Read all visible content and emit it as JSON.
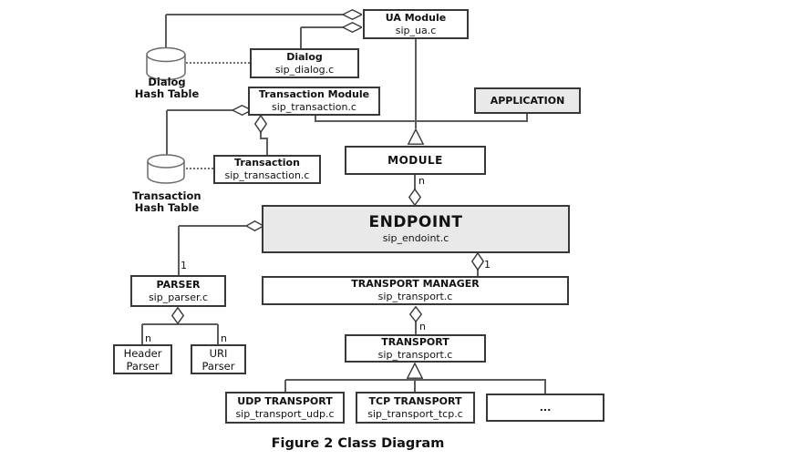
{
  "diagram": {
    "caption": "Figure 2 Class Diagram",
    "colors": {
      "node_fill": "#ffffff",
      "highlight_fill": "#e9e9e9",
      "border": "#383838",
      "line": "#5c5c5c"
    },
    "nodes": {
      "ua_module": {
        "title": "UA Module",
        "subtitle": "sip_ua.c"
      },
      "dialog": {
        "title": "Dialog",
        "subtitle": "sip_dialog.c"
      },
      "transaction_module": {
        "title": "Transaction Module",
        "subtitle": "sip_transaction.c"
      },
      "application": {
        "title": "APPLICATION"
      },
      "module": {
        "title": "MODULE"
      },
      "transaction": {
        "title": "Transaction",
        "subtitle": "sip_transaction.c"
      },
      "endpoint": {
        "title": "ENDPOINT",
        "subtitle": "sip_endoint.c"
      },
      "parser": {
        "title": "PARSER",
        "subtitle": "sip_parser.c"
      },
      "transport_manager": {
        "title": "TRANSPORT MANAGER",
        "subtitle": "sip_transport.c"
      },
      "transport": {
        "title": "TRANSPORT",
        "subtitle": "sip_transport.c"
      },
      "header_parser": {
        "line1": "Header",
        "line2": "Parser"
      },
      "uri_parser": {
        "line1": "URI",
        "line2": "Parser"
      },
      "udp_transport": {
        "title": "UDP TRANSPORT",
        "subtitle": "sip_transport_udp.c"
      },
      "tcp_transport": {
        "title": "TCP TRANSPORT",
        "subtitle": "sip_transport_tcp.c"
      },
      "other_transport": {
        "title": "..."
      }
    },
    "stores": {
      "dialog_hash": {
        "line1": "Dialog",
        "line2": "Hash Table"
      },
      "transaction_hash": {
        "line1": "Transaction",
        "line2": "Hash Table"
      }
    },
    "multiplicity": {
      "module_endpoint": "n",
      "endpoint_parser": "1",
      "endpoint_transport_manager": "1",
      "transport_manager_transport": "n",
      "parser_header": "n",
      "parser_uri": "n"
    }
  }
}
